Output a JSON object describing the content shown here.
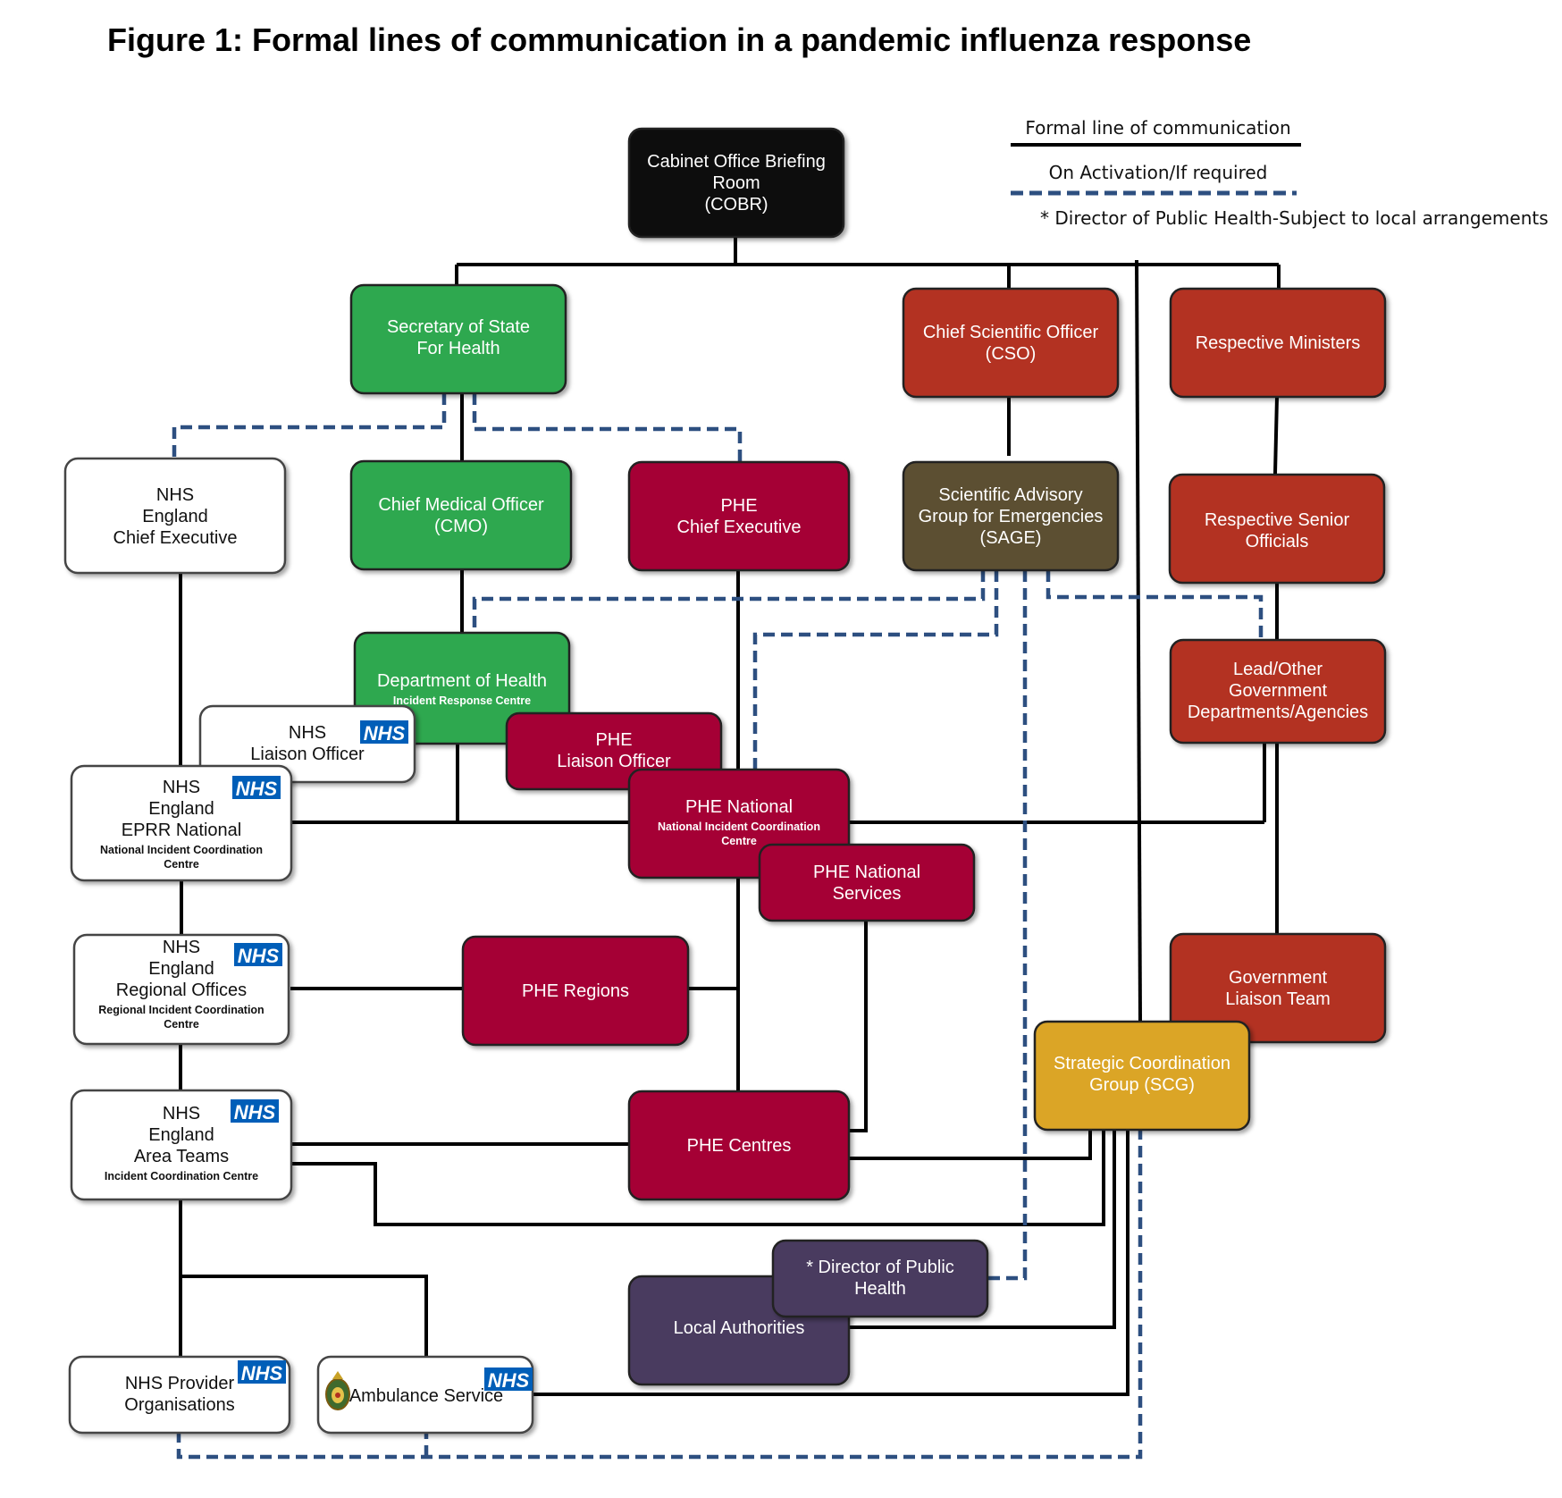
{
  "title": "Figure 1: Formal lines of communication in a pandemic influenza response",
  "legend": {
    "formal": "Formal line of communication",
    "activation": "On Activation/If required",
    "note": "* Director of Public Health-Subject to local arrangements"
  },
  "colors": {
    "black": "#0a0a0a",
    "green": "#2fa84f",
    "red": "#b33020",
    "crimson": "#a50034",
    "olive": "#5c4f33",
    "purple": "#4a3a5e",
    "gold": "#dba526",
    "white": "#ffffff",
    "nhs_blue": "#005eb8",
    "dashed": "#2d4f80"
  },
  "nhs_logo": "NHS",
  "nodes": {
    "cobr": {
      "lines": [
        "Cabinet Office Briefing",
        "Room",
        "(COBR)"
      ]
    },
    "sos": {
      "lines": [
        "Secretary of State",
        "For Health"
      ]
    },
    "cso": {
      "lines": [
        "Chief Scientific  Officer",
        "(CSO)"
      ]
    },
    "ministers": {
      "lines": [
        "Respective Ministers"
      ]
    },
    "nhs_ce": {
      "lines": [
        "NHS",
        "England",
        "Chief Executive"
      ]
    },
    "cmo": {
      "lines": [
        "Chief Medical Officer",
        "(CMO)"
      ]
    },
    "phe_ce": {
      "lines": [
        "PHE",
        "Chief  Executive"
      ]
    },
    "sage": {
      "lines": [
        "Scientific Advisory",
        "Group for Emergencies",
        "(SAGE)"
      ]
    },
    "senior": {
      "lines": [
        "Respective Senior",
        "Officials"
      ]
    },
    "doh": {
      "lines": [
        "Department of Health"
      ],
      "sub": "Incident Response Centre"
    },
    "lead_gov": {
      "lines": [
        "Lead/Other",
        "Government",
        "Departments/Agencies"
      ]
    },
    "nhs_liaison": {
      "lines": [
        "NHS",
        "Liaison Officer"
      ]
    },
    "phe_liaison": {
      "lines": [
        "PHE",
        "Liaison Officer"
      ]
    },
    "nhs_eprr": {
      "lines": [
        "NHS",
        "England",
        "EPRR National"
      ],
      "sub": [
        "National Incident Coordination",
        "Centre"
      ]
    },
    "phe_national": {
      "lines": [
        "PHE National"
      ],
      "sub": [
        "National Incident Coordination",
        "Centre"
      ]
    },
    "phe_services": {
      "lines": [
        "PHE National",
        "Services"
      ]
    },
    "nhs_regional": {
      "lines": [
        "NHS",
        "England",
        "Regional Offices"
      ],
      "sub": [
        "Regional  Incident Coordination",
        "Centre"
      ]
    },
    "phe_regions": {
      "lines": [
        "PHE Regions"
      ]
    },
    "gov_liaison": {
      "lines": [
        "Government",
        "Liaison Team"
      ]
    },
    "scg": {
      "lines": [
        "Strategic Coordination",
        "Group (SCG)"
      ]
    },
    "nhs_area": {
      "lines": [
        "NHS",
        "England",
        "Area Teams"
      ],
      "sub": [
        "Incident Coordination  Centre"
      ]
    },
    "phe_centres": {
      "lines": [
        "PHE Centres"
      ]
    },
    "dph": {
      "lines": [
        "* Director of Public",
        "Health"
      ]
    },
    "local_auth": {
      "lines": [
        "Local Authorities"
      ]
    },
    "nhs_provider": {
      "lines": [
        "NHS Provider",
        "Organisations"
      ]
    },
    "ambulance": {
      "lines": [
        "Ambulance Service"
      ]
    }
  }
}
